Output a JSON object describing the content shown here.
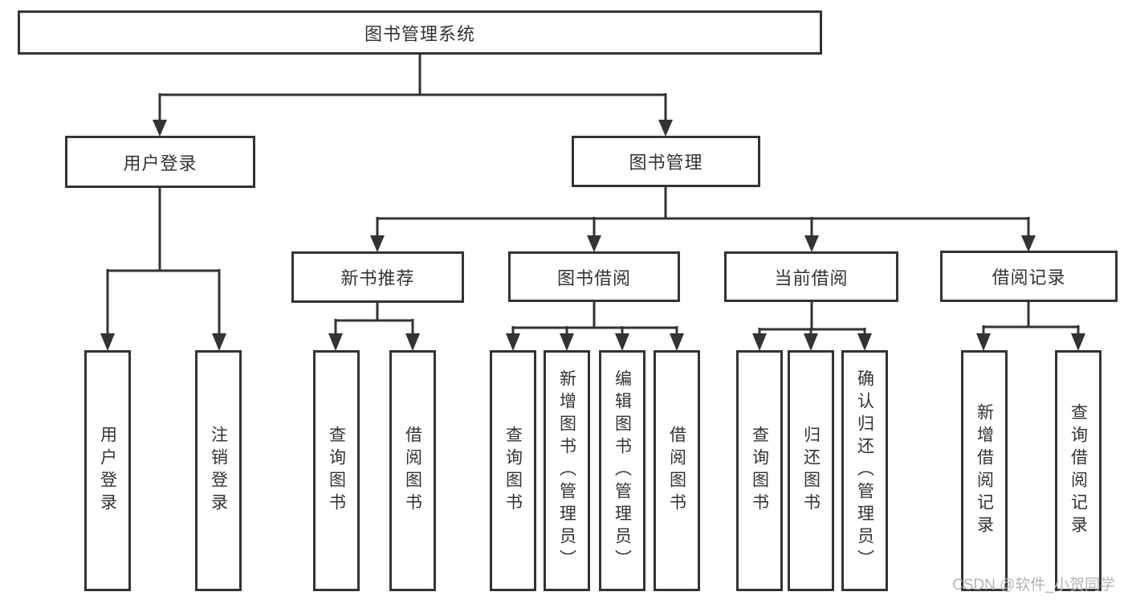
{
  "diagram": {
    "title": "图书管理系统",
    "root": {
      "id": "system-root",
      "label": "图书管理系统"
    },
    "level2": [
      {
        "id": "user-login-group",
        "label": "用户登录"
      },
      {
        "id": "book-management",
        "label": "图书管理"
      }
    ],
    "level3": [
      {
        "id": "new-book-recommend",
        "label": "新书推荐"
      },
      {
        "id": "book-borrow",
        "label": "图书借阅"
      },
      {
        "id": "current-borrow",
        "label": "当前借阅"
      },
      {
        "id": "borrow-record",
        "label": "借阅记录"
      }
    ],
    "leaves": [
      {
        "id": "user-login",
        "label": "用户登录"
      },
      {
        "id": "logout",
        "label": "注销登录"
      },
      {
        "id": "recommend-query-books",
        "label": "查询图书"
      },
      {
        "id": "recommend-borrow-books",
        "label": "借阅图书"
      },
      {
        "id": "borrow-query-books",
        "label": "查询图书"
      },
      {
        "id": "add-books-admin",
        "label": "新增图书（管理员）"
      },
      {
        "id": "edit-books-admin",
        "label": "编辑图书（管理员）"
      },
      {
        "id": "borrow-books",
        "label": "借阅图书"
      },
      {
        "id": "current-query-books",
        "label": "查询图书"
      },
      {
        "id": "return-books",
        "label": "归还图书"
      },
      {
        "id": "confirm-return-admin",
        "label": "确认归还（管理员）"
      },
      {
        "id": "add-borrow-record",
        "label": "新增借阅记录"
      },
      {
        "id": "query-borrow-record",
        "label": "查询借阅记录"
      }
    ],
    "watermark": "CSDN @软件_小贺同学",
    "colors": {
      "line": "#333333",
      "text": "#333333",
      "box_background": "#ffffff",
      "watermark": "#b5b5b5",
      "background": "#ffffff"
    }
  }
}
